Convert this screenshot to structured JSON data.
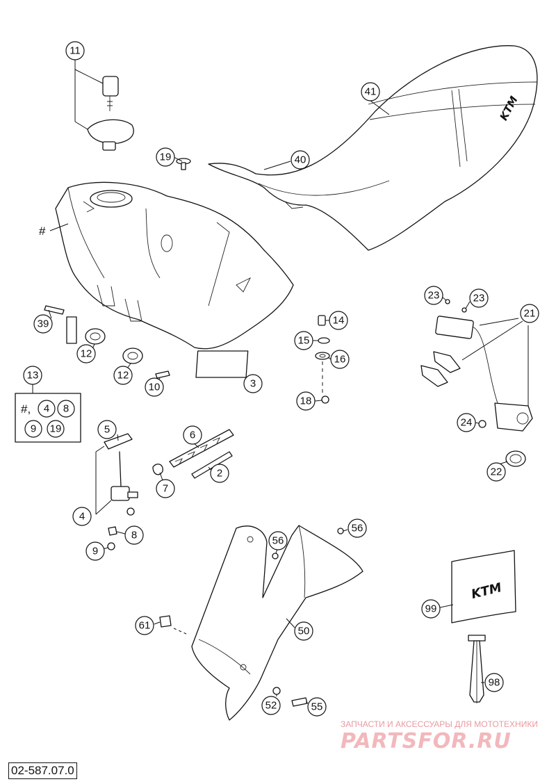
{
  "diagram": {
    "reference_code": "02-587.07.0",
    "watermark": {
      "tagline": "ЗАПЧАСТИ И АКСЕССУАРЫ ДЛЯ МОТОТЕХНИКИ",
      "site": "PARTSFOR.RU"
    },
    "brand_mark": "KTM",
    "callouts": [
      {
        "id": "c11",
        "label": "11"
      },
      {
        "id": "c41",
        "label": "41"
      },
      {
        "id": "c19a",
        "label": "19"
      },
      {
        "id": "c40",
        "label": "40"
      },
      {
        "id": "c14",
        "label": "14"
      },
      {
        "id": "c15",
        "label": "15"
      },
      {
        "id": "c16",
        "label": "16"
      },
      {
        "id": "c18",
        "label": "18"
      },
      {
        "id": "c3",
        "label": "3"
      },
      {
        "id": "c39",
        "label": "39"
      },
      {
        "id": "c12a",
        "label": "12"
      },
      {
        "id": "c12b",
        "label": "12"
      },
      {
        "id": "c10",
        "label": "10"
      },
      {
        "id": "c13",
        "label": "13"
      },
      {
        "id": "c5",
        "label": "5"
      },
      {
        "id": "c6",
        "label": "6"
      },
      {
        "id": "c2",
        "label": "2"
      },
      {
        "id": "c7",
        "label": "7"
      },
      {
        "id": "c4",
        "label": "4"
      },
      {
        "id": "c8",
        "label": "8"
      },
      {
        "id": "c9",
        "label": "9"
      },
      {
        "id": "c23a",
        "label": "23"
      },
      {
        "id": "c23b",
        "label": "23"
      },
      {
        "id": "c21",
        "label": "21"
      },
      {
        "id": "c24",
        "label": "24"
      },
      {
        "id": "c22",
        "label": "22"
      },
      {
        "id": "c56a",
        "label": "56"
      },
      {
        "id": "c56b",
        "label": "56"
      },
      {
        "id": "c61",
        "label": "61"
      },
      {
        "id": "c50",
        "label": "50"
      },
      {
        "id": "c52",
        "label": "52"
      },
      {
        "id": "c55",
        "label": "55"
      },
      {
        "id": "c99",
        "label": "99"
      },
      {
        "id": "c98",
        "label": "98"
      }
    ],
    "kit_box": {
      "prefix": "#,",
      "items": [
        "4",
        "8",
        "9",
        "19"
      ]
    },
    "tank_marker": "#"
  }
}
